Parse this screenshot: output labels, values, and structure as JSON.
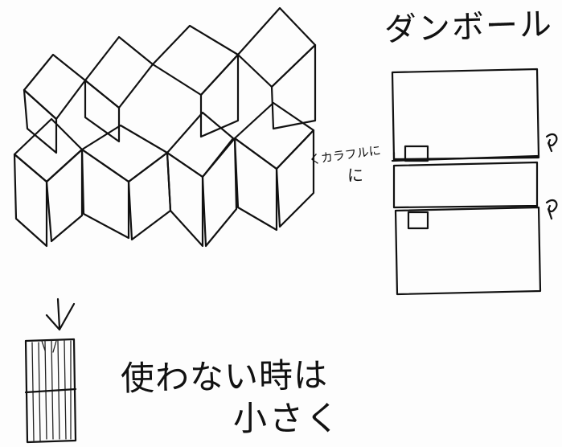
{
  "sketch": {
    "title": "ダンボール",
    "side_note_1": "くカラフルに",
    "side_note_2": "に",
    "bottom_note_1": "使わない時は",
    "bottom_note_2": "小さく"
  },
  "colors": {
    "ink": "#111111",
    "paper": "#fdfdfd",
    "dark_fill": "#2a2a2a",
    "mid_fill": "#6a6a6a"
  }
}
